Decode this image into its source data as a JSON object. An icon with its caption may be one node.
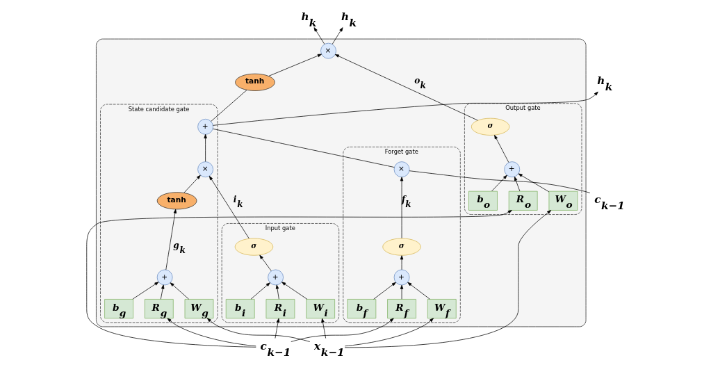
{
  "diagram": {
    "nodes": [
      {
        "text": [],
        "shape": "box"
      },
      {
        "text": [
          "Forget gate"
        ],
        "in": 0
      },
      {
        "text": [
          "Input gate"
        ],
        "in": 0
      },
      {
        "text": [
          "State candidate gate"
        ],
        "in": 0
      },
      {
        "text": [
          "Output gate"
        ],
        "in": 0
      },
      {
        "text": [
          "×"
        ],
        "in": 1
      },
      {
        "text": [
          "σ"
        ],
        "in": 1
      },
      {
        "text": [
          "+"
        ],
        "in": 1
      },
      {
        "text": [
          "b$_{f}$"
        ],
        "in": 1
      },
      {
        "text": [
          "W$_{f}$"
        ],
        "in": 1
      },
      {
        "text": [
          "R$_{f}$"
        ],
        "in": 1
      },
      {
        "text": [
          "σ"
        ],
        "in": 2
      },
      {
        "text": [
          "+"
        ],
        "in": 2
      },
      {
        "text": [
          "b$_{i}$"
        ],
        "in": 2
      },
      {
        "text": [
          "W$_{i}$"
        ],
        "in": 2
      },
      {
        "text": [
          "R$_{i}$"
        ],
        "in": 2
      },
      {
        "text": [
          "+"
        ],
        "in": 3
      },
      {
        "text": [
          "×"
        ],
        "in": 3
      },
      {
        "text": [
          "tanh"
        ],
        "in": 3
      },
      {
        "text": [
          "+"
        ],
        "in": 3
      },
      {
        "text": [
          "b$_{g}$"
        ],
        "in": 3
      },
      {
        "text": [
          "W$_{g}$"
        ],
        "in": 3
      },
      {
        "text": [
          "R$_{g}$"
        ],
        "in": 3
      },
      {
        "text": [
          "σ"
        ],
        "in": 4
      },
      {
        "text": [
          "+"
        ],
        "in": 4
      },
      {
        "text": [
          "b$_{o}$"
        ],
        "in": 4
      },
      {
        "text": [
          "W$_{o}$"
        ],
        "in": 4
      },
      {
        "text": [
          "R$_{o}$"
        ],
        "in": 4
      },
      {
        "text": [
          "tanh"
        ],
        "in": 0
      },
      {
        "text": [
          "×"
        ],
        "in": 0
      },
      {
        "text": [
          "c$_{k−1}$"
        ]
      },
      {
        "text": [
          "c$_{k−1}$"
        ]
      },
      {
        "text": [
          "x$_{k−1}$"
        ]
      },
      {
        "text": [
          "h$_{k}$"
        ]
      },
      {
        "text": [
          "h$_{k}$"
        ]
      },
      {
        "text": [
          "h$_{k}$"
        ]
      }
    ],
    "edges": [
      {
        "from": 30,
        "to": 5,
        "arrow": "none"
      },
      {
        "from": 5,
        "to": 16,
        "arrow": "none"
      },
      {
        "from": 16,
        "to": 34,
        "arrow": "to"
      },
      {
        "from": 16,
        "to": 28,
        "arrow": "none"
      },
      {
        "from": 28,
        "to": 29,
        "arrow": "to"
      },
      {
        "from": 29,
        "to": 35,
        "arrow": "to"
      },
      {
        "from": 29,
        "to": 33,
        "arrow": "to"
      },
      {
        "from": 6,
        "to": 5,
        "arrow": "to",
        "label": "f$_{k}$"
      },
      {
        "from": 7,
        "to": 6,
        "arrow": "to"
      },
      {
        "from": 8,
        "to": 7,
        "arrow": "to"
      },
      {
        "from": 9,
        "to": 7,
        "arrow": "to"
      },
      {
        "from": 10,
        "to": 7,
        "arrow": "to"
      },
      {
        "from": 11,
        "to": 17,
        "arrow": "to",
        "label": "i$_{k}$"
      },
      {
        "from": 12,
        "to": 11,
        "arrow": "to"
      },
      {
        "from": 13,
        "to": 12,
        "arrow": "to"
      },
      {
        "from": 14,
        "to": 12,
        "arrow": "to"
      },
      {
        "from": 15,
        "to": 12,
        "arrow": "to"
      },
      {
        "from": 17,
        "to": 16,
        "arrow": "to"
      },
      {
        "from": 18,
        "to": 17,
        "arrow": "to"
      },
      {
        "from": 19,
        "to": 18,
        "arrow": "to",
        "label": "g$_{k}$"
      },
      {
        "from": 20,
        "to": 19,
        "arrow": "to"
      },
      {
        "from": 21,
        "to": 19,
        "arrow": "to"
      },
      {
        "from": 22,
        "to": 19,
        "arrow": "to"
      },
      {
        "from": 23,
        "to": 29,
        "arrow": "to",
        "label": "o$_{k}$"
      },
      {
        "from": 24,
        "to": 23,
        "arrow": "to"
      },
      {
        "from": 25,
        "to": 24,
        "arrow": "to"
      },
      {
        "from": 26,
        "to": 24,
        "arrow": "to"
      },
      {
        "from": 27,
        "to": 24,
        "arrow": "to"
      },
      {
        "from": 31,
        "to": 10,
        "arrow": "to"
      },
      {
        "from": 31,
        "to": 15,
        "arrow": "to"
      },
      {
        "from": 31,
        "to": 22,
        "arrow": "to"
      },
      {
        "from": 31,
        "to": 27,
        "arrow": "to"
      },
      {
        "from": 32,
        "to": 9,
        "arrow": "to"
      },
      {
        "from": 32,
        "to": 14,
        "arrow": "to"
      },
      {
        "from": 32,
        "to": 21,
        "arrow": "to"
      },
      {
        "from": 32,
        "to": 26,
        "arrow": "to"
      }
    ]
  }
}
